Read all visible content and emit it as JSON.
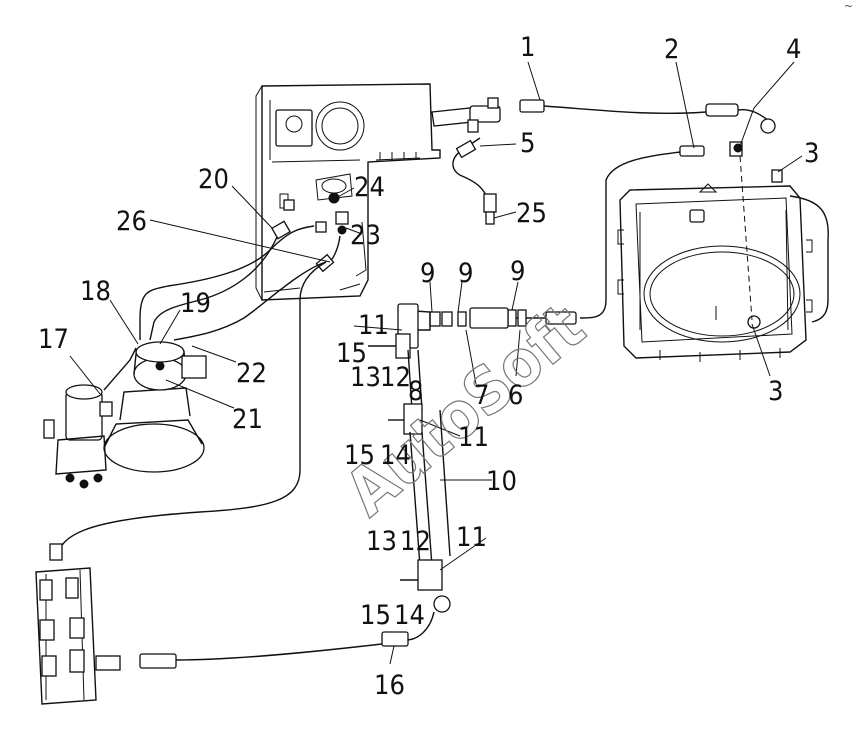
{
  "watermark": "AutoSoft",
  "corner_mark": "~",
  "callouts": {
    "c1": "1",
    "c2": "2",
    "c3a": "3",
    "c3b": "3",
    "c4": "4",
    "c5": "5",
    "c6": "6",
    "c7": "7",
    "c8": "8",
    "c9a": "9",
    "c9b": "9",
    "c9c": "9",
    "c10": "10",
    "c11a": "11",
    "c11b": "11",
    "c11c": "11",
    "c12a": "12",
    "c12b": "12",
    "c13a": "13",
    "c13b": "13",
    "c14a": "14",
    "c14b": "14",
    "c15a": "15",
    "c15b": "15",
    "c15c": "15",
    "c16": "16",
    "c17": "17",
    "c18": "18",
    "c19": "19",
    "c20": "20",
    "c21": "21",
    "c22": "22",
    "c23": "23",
    "c24": "24",
    "c25": "25",
    "c26": "26"
  }
}
